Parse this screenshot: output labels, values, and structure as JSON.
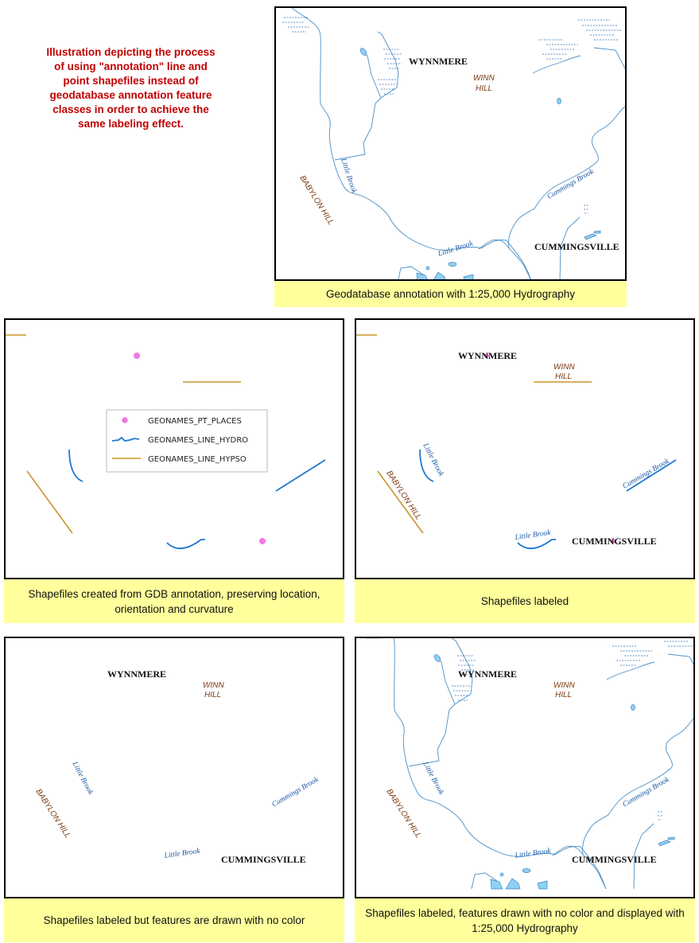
{
  "intro_text": "Illustration depicting the process of using \"annotation\" line and point shapefiles instead of geodatabase annotation feature classes in order to achieve the same labeling effect.",
  "labels": {
    "wynnmere": "WYNNMERE",
    "winn": "WINN",
    "hill": "HILL",
    "babylon_hill": "BABYLON HILL",
    "little_brook": "Little Brook",
    "cummings_brook": "Cummings Brook",
    "cummingsville": "CUMMINGSVILLE"
  },
  "legend": {
    "items": [
      "GEONAMES_PT_PLACES",
      "GEONAMES_LINE_HYDRO",
      "GEONAMES_LINE_HYPSO"
    ]
  },
  "captions": {
    "top": "Geodatabase annotation with 1:25,000 Hydrography",
    "mid_left": "Shapefiles created from GDB annotation, preserving location, orientation and curvature",
    "mid_right": "Shapefiles labeled",
    "bot_left": "Shapefiles labeled but features are drawn with no color",
    "bot_right": "Shapefiles labeled, features drawn with no color and displayed with 1:25,000 Hydrography"
  },
  "colors": {
    "hydro": "#1f78d1",
    "hypso": "#c8962a",
    "places": "#f07ae0",
    "river": "#4a90c8",
    "caption_bg": "#ffff9c",
    "intro": "#c00000"
  }
}
